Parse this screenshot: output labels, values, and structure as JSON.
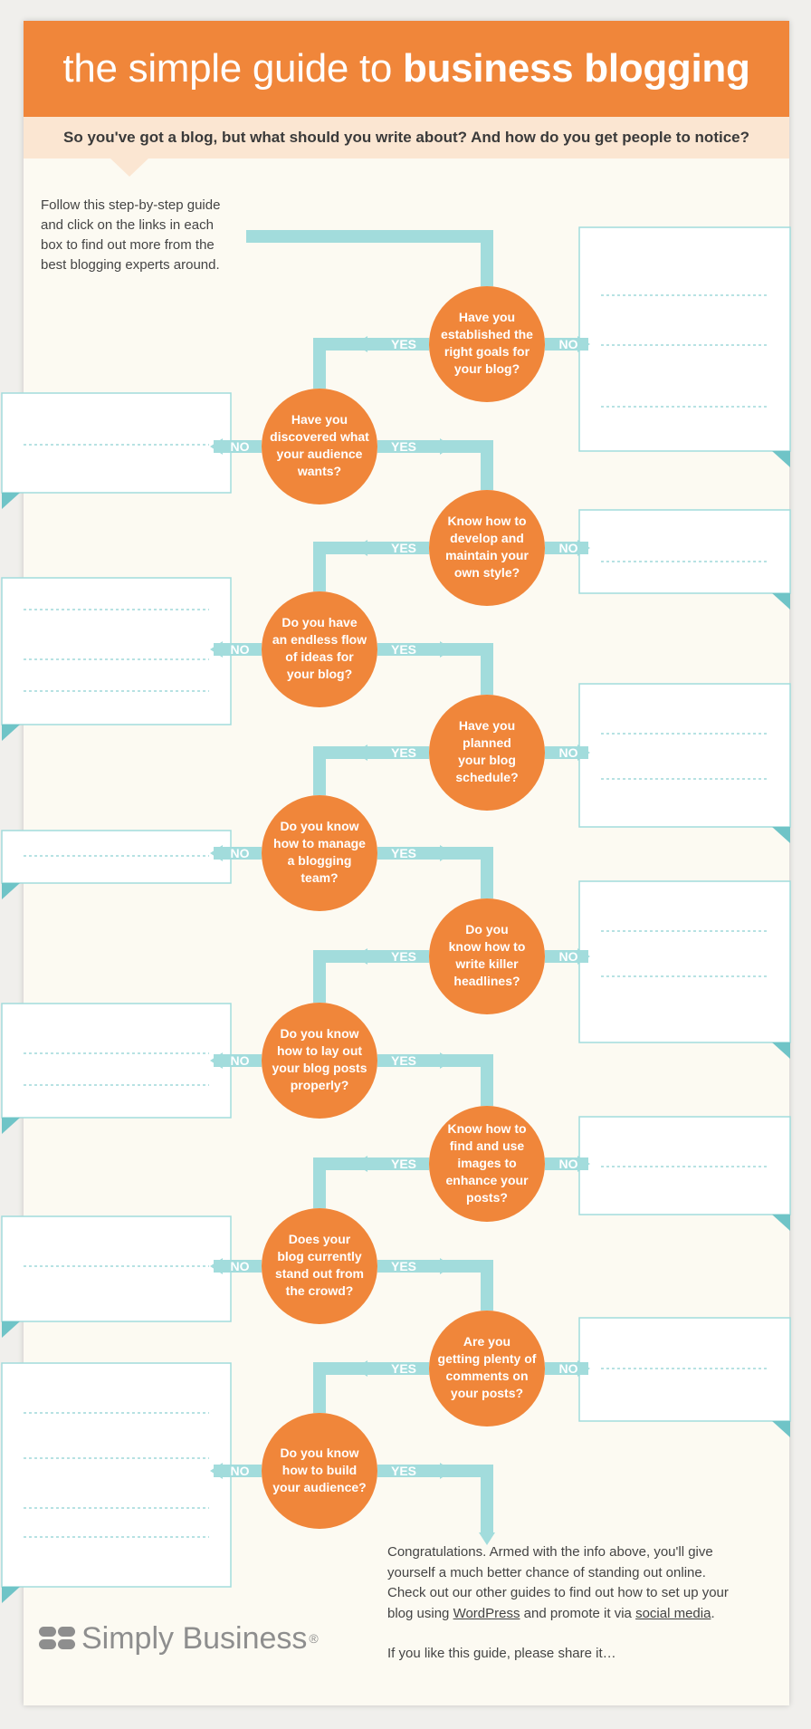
{
  "title": {
    "light": "the simple guide to",
    "bold": "business blogging"
  },
  "subtitle": "So you've got a blog, but what should you write about?  And how do you get people to notice?",
  "intro_lines": [
    "Follow this step-by-step guide",
    "and click on the links in each",
    "box to find out more from the",
    "best blogging experts around."
  ],
  "labels": {
    "yes": "YES",
    "no": "NO"
  },
  "questions": [
    {
      "id": "q1",
      "lines": [
        "Have you",
        "established the",
        "right goals for",
        "your blog?"
      ]
    },
    {
      "id": "q2",
      "lines": [
        "Have you",
        "discovered what",
        "your audience",
        "wants?"
      ]
    },
    {
      "id": "q3",
      "lines": [
        "Know how to",
        "develop and",
        "maintain your",
        "own style?"
      ]
    },
    {
      "id": "q4",
      "lines": [
        "Do you have",
        "an endless flow",
        "of ideas for",
        "your blog?"
      ]
    },
    {
      "id": "q5",
      "lines": [
        "Have you",
        "planned",
        "your blog",
        "schedule?"
      ]
    },
    {
      "id": "q6",
      "lines": [
        "Do you know",
        "how to manage",
        "a blogging",
        "team?"
      ]
    },
    {
      "id": "q7",
      "lines": [
        "Do you",
        "know how to",
        "write killer",
        "headlines?"
      ]
    },
    {
      "id": "q8",
      "lines": [
        "Do you know",
        "how to lay out",
        "your blog posts",
        "properly?"
      ]
    },
    {
      "id": "q9",
      "lines": [
        "Know how to",
        "find and use",
        "images to",
        "enhance your",
        "posts?"
      ]
    },
    {
      "id": "q10",
      "lines": [
        "Does your",
        "blog currently",
        "stand out from",
        "the crowd?"
      ]
    },
    {
      "id": "q11",
      "lines": [
        "Are you",
        "getting plenty of",
        "comments on",
        "your posts?"
      ]
    },
    {
      "id": "q12",
      "lines": [
        "Do you know",
        "how to build",
        "your audience?"
      ]
    }
  ],
  "outro": {
    "line1": "Congratulations. Armed with the info above, you'll give",
    "line2": "yourself a much better chance of standing out online.",
    "line3": "Check out our other guides to find out how to set up your",
    "line4a": "blog using ",
    "link_wordpress": "WordPress",
    "line4b": " and promote it via ",
    "link_social": "social media",
    "line4c": ".",
    "share": "If you like this guide, please share it…"
  },
  "logo_text": "Simply Business",
  "logo_mark": "®",
  "colors": {
    "orange": "#f0863a",
    "teal": "#a2dcdc",
    "teal_dark": "#6fc4c7",
    "peach": "#fbe6d2",
    "cream": "#fcfaf2"
  }
}
